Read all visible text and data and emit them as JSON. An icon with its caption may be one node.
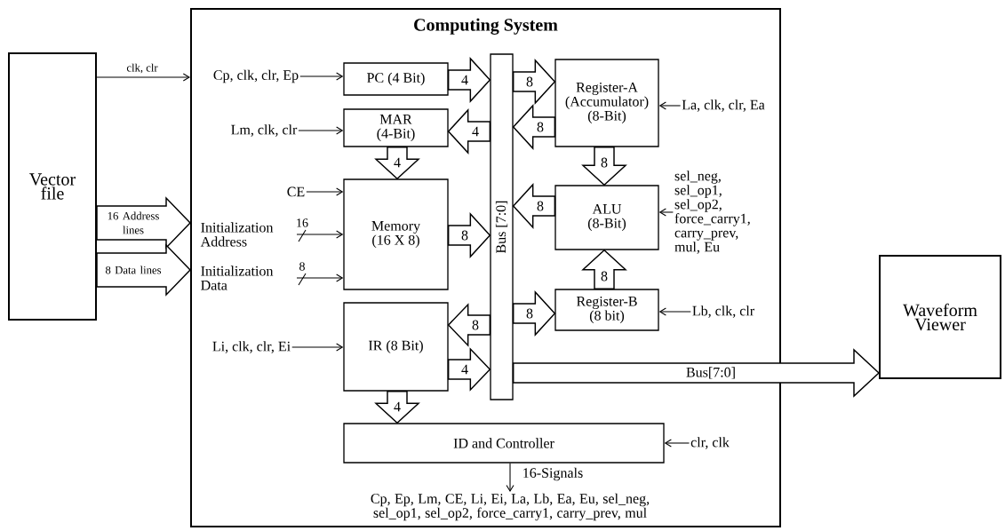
{
  "diagram": {
    "nodes": [
      {
        "text": [
          "Vector file"
        ]
      },
      {
        "text": [
          "Computing System"
        ]
      },
      {
        "text": [
          "PC (4 Bit)"
        ],
        "in": 1
      },
      {
        "text": [
          "MAR (4-Bit)"
        ],
        "in": 1
      },
      {
        "text": [
          "Memory (16 X 8)"
        ],
        "in": 1
      },
      {
        "text": [
          "IR (8 Bit)"
        ],
        "in": 1
      },
      {
        "text": [
          "ID and Controller"
        ],
        "in": 1
      },
      {
        "text": [
          "Bus [7:0]"
        ],
        "in": 1
      },
      {
        "text": [
          "Register-A (Accumulator) (8-Bit)"
        ],
        "in": 1
      },
      {
        "text": [
          "ALU (8-Bit)"
        ],
        "in": 1
      },
      {
        "text": [
          "Register-B (8 bit)"
        ],
        "in": 1
      },
      {
        "text": [
          "Waveform Viewer"
        ]
      },
      {
        "text": [
          "Cp, clk, clr, Ep"
        ],
        "in": 1
      },
      {
        "text": [
          "Lm, clk, clr"
        ],
        "in": 1
      },
      {
        "text": [
          "CE"
        ],
        "in": 1
      },
      {
        "text": [
          "Initialization Address"
        ],
        "in": 1
      },
      {
        "text": [
          "Initialization Data"
        ],
        "in": 1
      },
      {
        "text": [
          "Li, clk, clr, Ei"
        ],
        "in": 1
      },
      {
        "text": [
          "La, clk, clr, Ea"
        ],
        "in": 1
      },
      {
        "text": [
          "sel_neg, sel_op1, sel_op2, force_carry1, carry_prev, mul, Eu"
        ],
        "in": 1
      },
      {
        "text": [
          "Lb, clk, clr"
        ],
        "in": 1
      },
      {
        "text": [
          "clr, clk"
        ],
        "in": 1
      },
      {
        "text": [
          "Cp, Ep, Lm, CE, Li, Ei, La, Lb, Ea, Eu, sel_neg, sel_op1, sel_op2, force_carry1, carry_prev, mul"
        ],
        "in": 1
      }
    ],
    "edges": [
      {
        "from": 0,
        "to": 1,
        "arrow": "to",
        "label": "clk, clr"
      },
      {
        "from": 0,
        "to": 1,
        "arrow": "to",
        "label": "16 Address lines",
        "style": "thick"
      },
      {
        "from": 0,
        "to": 1,
        "arrow": "to",
        "label": "8 Data lines",
        "style": "thick"
      },
      {
        "from": 12,
        "to": 2,
        "arrow": "to"
      },
      {
        "from": 13,
        "to": 3,
        "arrow": "to"
      },
      {
        "from": 14,
        "to": 4,
        "arrow": "to"
      },
      {
        "from": 15,
        "to": 4,
        "arrow": "to",
        "label": "16"
      },
      {
        "from": 16,
        "to": 4,
        "arrow": "to",
        "label": "8"
      },
      {
        "from": 17,
        "to": 5,
        "arrow": "to"
      },
      {
        "from": 18,
        "to": 8,
        "arrow": "to"
      },
      {
        "from": 19,
        "to": 9,
        "arrow": "to"
      },
      {
        "from": 20,
        "to": 10,
        "arrow": "to"
      },
      {
        "from": 21,
        "to": 6,
        "arrow": "to"
      },
      {
        "from": 6,
        "to": 22,
        "arrow": "to",
        "label": "16-Signals"
      },
      {
        "from": 2,
        "to": 7,
        "arrow": "to",
        "label": "4",
        "style": "thick"
      },
      {
        "from": 7,
        "to": 3,
        "arrow": "to",
        "label": "4",
        "style": "thick"
      },
      {
        "from": 3,
        "to": 4,
        "arrow": "to",
        "label": "4",
        "style": "thick"
      },
      {
        "from": 4,
        "to": 7,
        "arrow": "to",
        "label": "8",
        "style": "thick"
      },
      {
        "from": 7,
        "to": 5,
        "arrow": "to",
        "label": "8",
        "style": "thick"
      },
      {
        "from": 5,
        "to": 7,
        "arrow": "to",
        "label": "4",
        "style": "thick"
      },
      {
        "from": 5,
        "to": 6,
        "arrow": "to",
        "label": "4",
        "style": "thick"
      },
      {
        "from": 7,
        "to": 8,
        "arrow": "to",
        "label": "8",
        "style": "thick"
      },
      {
        "from": 8,
        "to": 7,
        "arrow": "to",
        "label": "8",
        "style": "thick"
      },
      {
        "from": 8,
        "to": 9,
        "arrow": "to",
        "label": "8",
        "style": "thick"
      },
      {
        "from": 9,
        "to": 7,
        "arrow": "to",
        "label": "8",
        "style": "thick"
      },
      {
        "from": 10,
        "to": 9,
        "arrow": "to",
        "label": "8",
        "style": "thick"
      },
      {
        "from": 7,
        "to": 10,
        "arrow": "to",
        "label": "8",
        "style": "thick"
      },
      {
        "from": 7,
        "to": 11,
        "arrow": "to",
        "label": "Bus[7:0]",
        "style": "thick"
      }
    ]
  }
}
